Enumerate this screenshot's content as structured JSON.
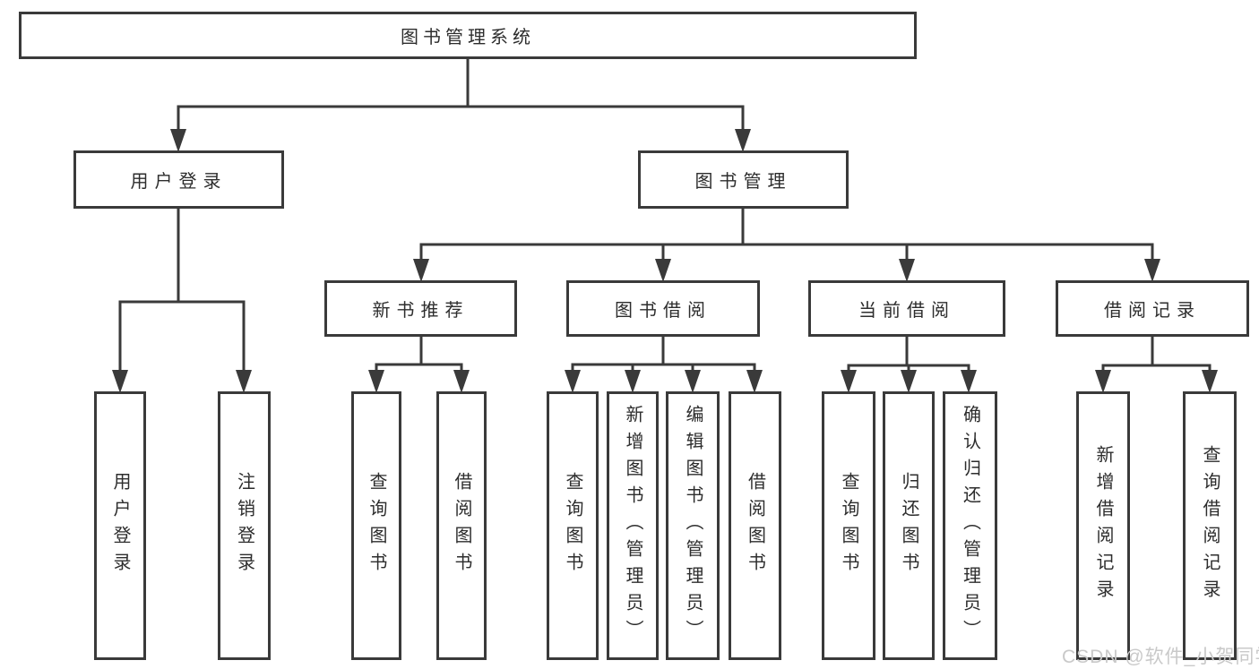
{
  "colors": {
    "line": "#3a3a3a",
    "text": "#2d2d2d",
    "background": "#ffffff",
    "watermark": "#c9c9c9"
  },
  "watermark": {
    "text": "CSDN @软件_小贺同学"
  },
  "nodes": {
    "root": "图书管理系统",
    "user_login": "用户登录",
    "book_management": "图书管理",
    "new_book_recommend": "新书推荐",
    "book_borrowing": "图书借阅",
    "current_borrowing": "当前借阅",
    "borrowing_records": "借阅记录",
    "leaf_user_login": "用户登录",
    "leaf_logout": "注销登录",
    "leaf_rec_query_books": "查询图书",
    "leaf_rec_borrow_books": "借阅图书",
    "leaf_bb_query_books": "查询图书",
    "leaf_bb_add_books": "新增图书（管理员）",
    "leaf_bb_edit_books": "编辑图书（管理员）",
    "leaf_bb_borrow_books": "借阅图书",
    "leaf_cur_query_books": "查询图书",
    "leaf_cur_return_books": "归还图书",
    "leaf_cur_confirm_return": "确认归还（管理员）",
    "leaf_rec_add_record": "新增借阅记录",
    "leaf_rec_query_record": "查询借阅记录"
  }
}
